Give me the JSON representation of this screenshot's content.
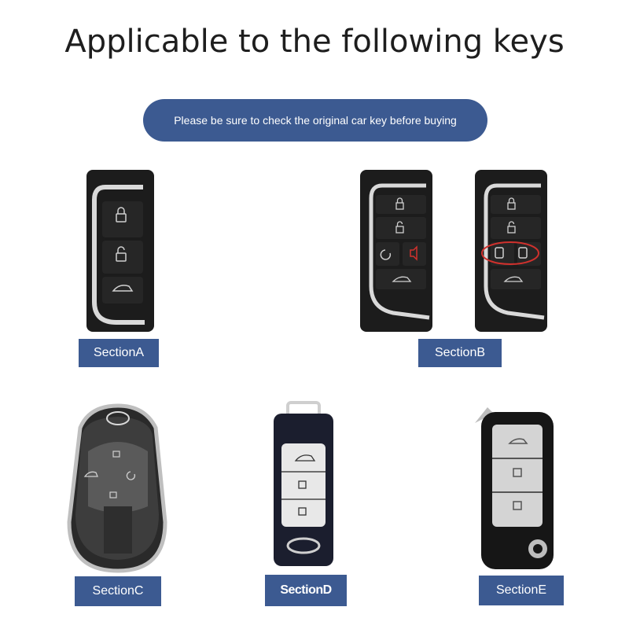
{
  "header": {
    "title": "Applicable to the following keys",
    "notice": "Please be sure to check the original car key before buying"
  },
  "sections": [
    {
      "id": "A",
      "label": "SectionA"
    },
    {
      "id": "B",
      "label": "SectionB"
    },
    {
      "id": "C",
      "label": "SectionC"
    },
    {
      "id": "D",
      "label": "SectionD"
    },
    {
      "id": "E",
      "label": "SectionE"
    }
  ],
  "colors": {
    "accent": "#3c5a91",
    "key_body": "#1c1c1c",
    "chrome": "#d9d9d9",
    "highlight": "#d0312d"
  },
  "icons": [
    "lock-icon",
    "unlock-icon",
    "trunk-icon",
    "remote-start-icon",
    "panic-icon",
    "door-left-icon",
    "door-right-icon",
    "brand-logo-icon"
  ]
}
